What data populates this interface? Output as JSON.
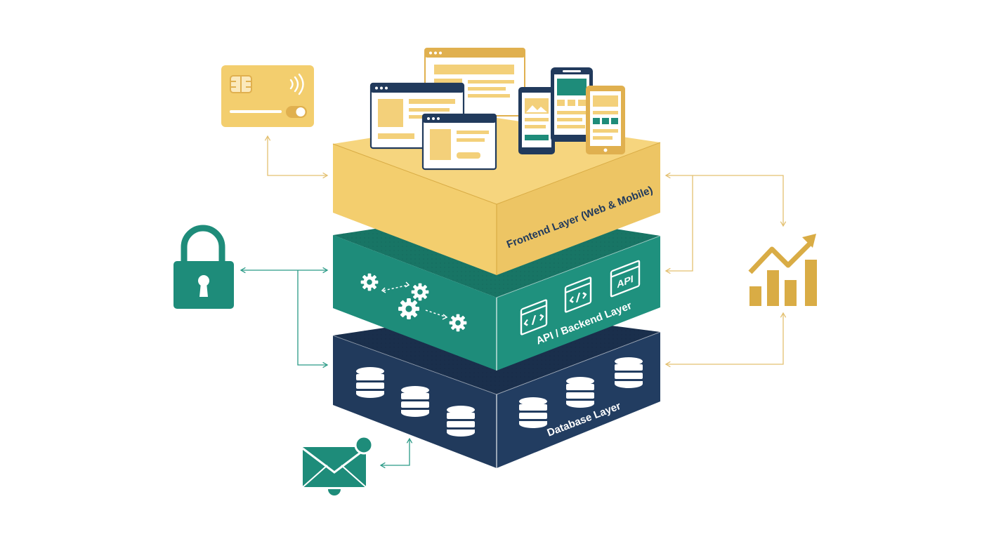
{
  "colors": {
    "gold": "#F3CE6E",
    "gold_dark": "#E0B04F",
    "gold_side": "#EDC564",
    "teal": "#1E8C7A",
    "teal_dark": "#187565",
    "navy": "#213A5C",
    "navy_dark": "#1A2F4C",
    "connector_gold": "#E3C070",
    "connector_teal": "#2A9A86",
    "icon_gold": "#D9AC45",
    "white": "#FFFFFF"
  },
  "layers": [
    {
      "id": "frontend",
      "label": "Frontend Layer (Web & Mobile)",
      "icons": [
        "browser-window-icon",
        "smartphone-icon",
        "tablet-icon"
      ]
    },
    {
      "id": "backend",
      "label": "API / Backend Layer",
      "icons": [
        "gear-icon",
        "code-window-icon",
        "api-badge-icon"
      ],
      "api_badge": "API"
    },
    {
      "id": "database",
      "label": "Database Layer",
      "icons": [
        "database-icon"
      ]
    }
  ],
  "peripherals": [
    {
      "id": "payment",
      "icon": "credit-card-icon",
      "connects_to": "frontend"
    },
    {
      "id": "security",
      "icon": "padlock-icon",
      "connects_to": [
        "backend",
        "database"
      ]
    },
    {
      "id": "analytics",
      "icon": "growth-chart-icon",
      "connects_to": [
        "frontend",
        "database"
      ]
    },
    {
      "id": "notifications",
      "icon": "email-notification-icon",
      "connects_to": "database"
    }
  ]
}
